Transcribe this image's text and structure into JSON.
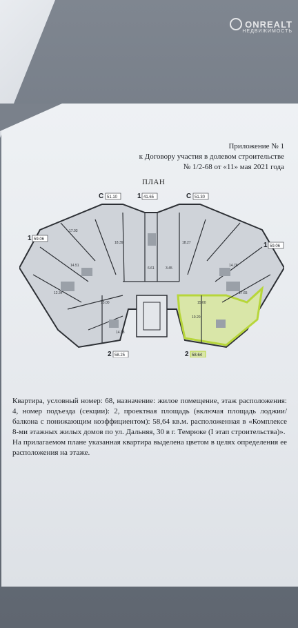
{
  "watermark": {
    "brand": "ONREALT",
    "sub": "НЕДВИЖИМОСТЬ"
  },
  "appendix": {
    "line1": "Приложение № 1",
    "line2": "к Договору участия в долевом строительстве",
    "line3": "№ 1/2-68 от «11» мая 2021 года"
  },
  "plan": {
    "title": "ПЛАН",
    "markers": {
      "left_top": "C",
      "left_top_area": "51.10",
      "mid_top": "1",
      "mid_top_area": "41.65",
      "right_top": "C",
      "right_top_area": "51.30",
      "left_side": "1",
      "left_side_area": "59.06",
      "right_side": "1",
      "right_side_area": "59.06",
      "left_bottom": "2",
      "left_bottom_area": "58.25",
      "right_bottom": "2",
      "right_bottom_area": "58.64"
    },
    "rooms": [
      "17.03",
      "18.39",
      "14.51",
      "12.34",
      "15.00",
      "18.27",
      "17.65",
      "15.00",
      "14.18",
      "14.76",
      "10.20",
      "6.61",
      "3.45"
    ],
    "highlight_color": "#b7d63a",
    "wall_color": "#2c2f34",
    "floor_color": "#d8dbe0"
  },
  "description": {
    "para1": "Квартира, условный номер: 68, назначение: жилое помещение, этаж расположения: 4, номер подъезда (секции): 2, проектная площадь (включая площадь лоджии/балкона с понижающим коэффициентом): 58,64 кв.м. расположенная в «Комплексе 8-ми этажных жилых домов по ул. Дальняя, 30 в г. Темрюке (I этап строительства)».",
    "para2": "На прилагаемом плане указанная квартира выделена цветом в целях определения ее расположения на этаже."
  }
}
